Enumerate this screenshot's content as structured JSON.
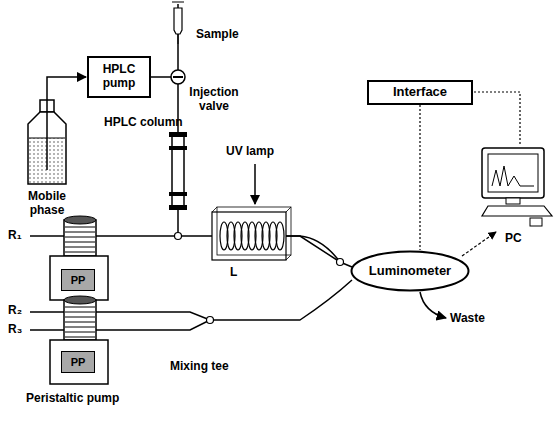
{
  "diagram": {
    "nodes": [
      {
        "text": [
          "HPLC pump"
        ]
      },
      {
        "text": [
          "Interface"
        ]
      },
      {
        "text": [
          "Luminometer"
        ]
      },
      {
        "text": [
          "PP"
        ]
      },
      {
        "text": [
          "PP"
        ]
      }
    ],
    "edges": [
      {
        "from": 0,
        "to": 2,
        "arrow": "none"
      },
      {
        "from": 1,
        "to": 2,
        "arrow": "none"
      }
    ],
    "labels": [
      "Sample",
      "Injection valve",
      "HPLC column",
      "Mobile phase",
      "R₁",
      "UV lamp",
      "L",
      "PC",
      "Waste",
      "R₂",
      "R₃",
      "Mixing tee",
      "Peristaltic pump"
    ]
  }
}
